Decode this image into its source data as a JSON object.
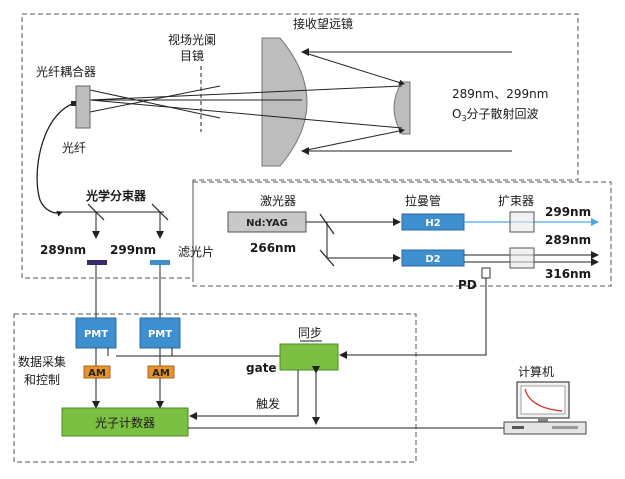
{
  "labels": {
    "fiber_coupler": "光纤耦合器",
    "field_stop_line1": "视场光阑",
    "field_stop_line2": "目镜",
    "telescope": "接收望远镜",
    "echo_line1": "289nm、299nm",
    "echo_line2_prefix": "O",
    "echo_line2_sub": "3",
    "echo_line2_suffix": "分子散射回波",
    "fiber": "光纤",
    "beam_splitter": "光学分束器",
    "wl_289": "289nm",
    "wl_299": "299nm",
    "filter": "滤光片",
    "laser": "激光器",
    "raman_tube": "拉曼管",
    "expander": "扩束器",
    "laser_model": "Nd:YAG",
    "laser_wl": "266nm",
    "cell_h2": "H2",
    "cell_d2": "D2",
    "out_299": "299nm",
    "out_289": "289nm",
    "out_316": "316nm",
    "pd": "PD",
    "pmt1": "PMT",
    "pmt2": "PMT",
    "am1": "AM",
    "am2": "AM",
    "sync": "同步",
    "gate": "gate",
    "trigger": "触发",
    "daq_line1": "数据采集",
    "daq_line2": "和控制",
    "counter": "光子计数器",
    "computer": "计算机"
  },
  "colors": {
    "pmt_fill": "#3d8fd0",
    "am_fill": "#e8922b",
    "green_fill": "#7bc043",
    "cell_fill": "#3d8fd0",
    "laser_fill": "#c8c8c8",
    "mirror_fill": "#bdbdbd",
    "blue_beam": "#4aa6e6",
    "filter_289": "#3a2a6b",
    "filter_299": "#3d8fd0"
  }
}
